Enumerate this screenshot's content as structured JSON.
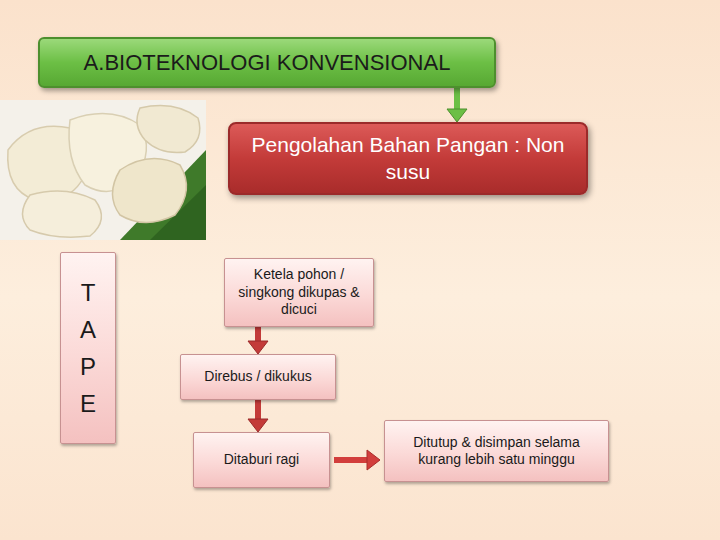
{
  "diagram": {
    "nodes": [
      {
        "text": [
          "A.BIOTEKNOLOGI KONVENSIONAL"
        ]
      },
      {
        "text": [
          "Pengolahan Bahan Pangan : Non susu"
        ]
      },
      {
        "text": [
          "T A P E"
        ]
      },
      {
        "text": [
          "Ketela pohon / singkong dikupas & dicuci"
        ]
      },
      {
        "text": [
          "Direbus / dikukus"
        ]
      },
      {
        "text": [
          "Ditaburi ragi"
        ]
      },
      {
        "text": [
          "Ditutup & disimpan selama kurang lebih satu minggu"
        ]
      }
    ],
    "edges": [
      {
        "from": 0,
        "to": 1,
        "arrow": "to"
      },
      {
        "from": 3,
        "to": 4,
        "arrow": "to"
      },
      {
        "from": 4,
        "to": 5,
        "arrow": "to"
      },
      {
        "from": 5,
        "to": 6,
        "arrow": "to"
      }
    ]
  }
}
